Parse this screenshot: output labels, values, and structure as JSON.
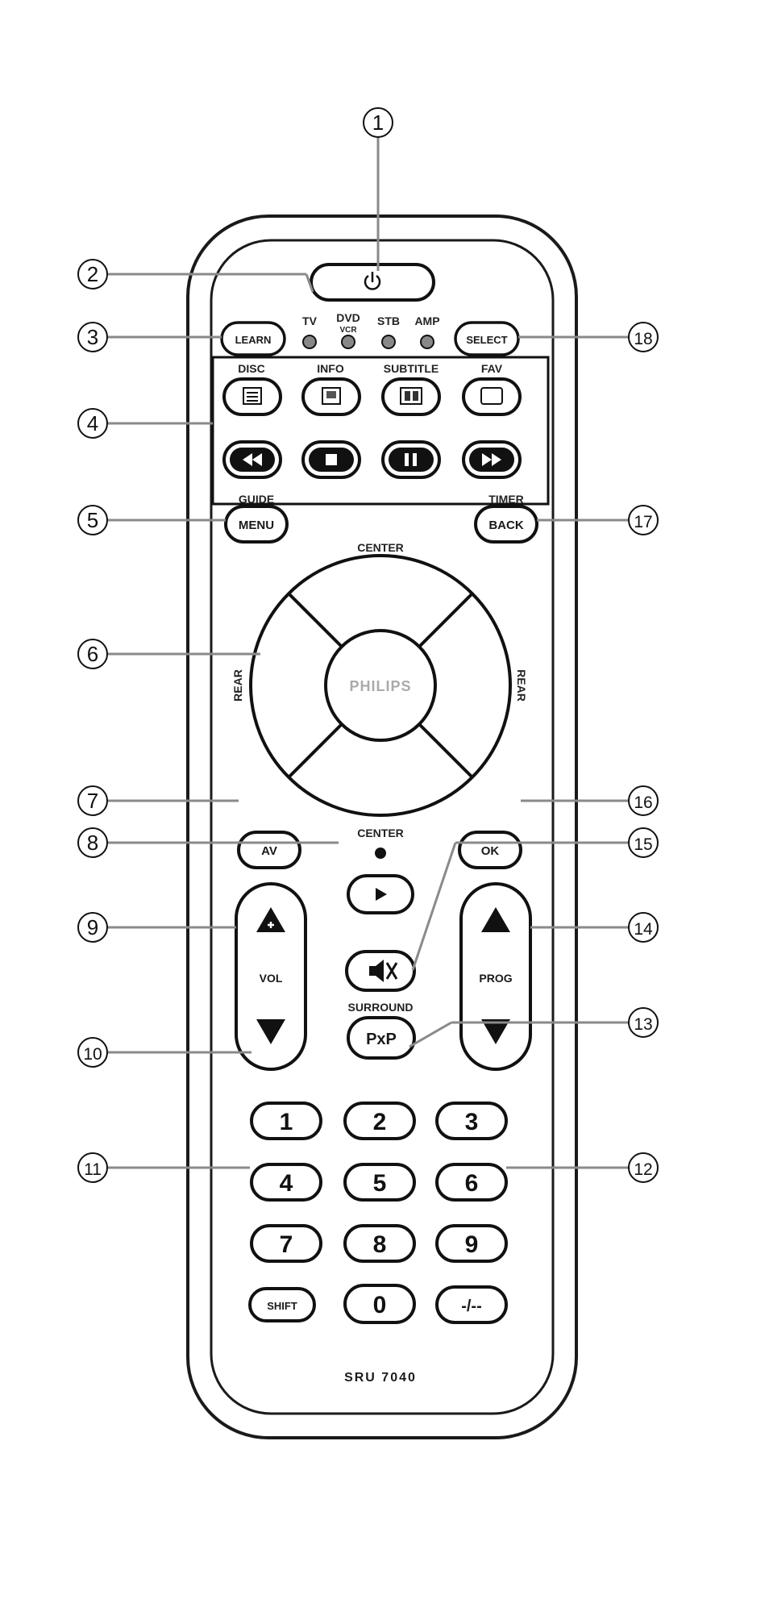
{
  "remote": {
    "mode_labels": [
      "TV",
      "DVD",
      "VCR",
      "STB",
      "AMP"
    ],
    "learn": "LEARN",
    "select": "SELECT",
    "row_labels": [
      "DISC",
      "INFO",
      "SUBTITLE",
      "FAV"
    ],
    "guide": "GUIDE",
    "menu": "MENU",
    "timer": "TIMER",
    "back": "BACK",
    "center_top": "CENTER",
    "rear_left": "REAR",
    "rear_right": "REAR",
    "brand": "PHILIPS",
    "av": "AV",
    "center_bottom": "CENTER",
    "ok": "OK",
    "vol": "VOL",
    "prog": "PROG",
    "surround": "SURROUND",
    "pip": "PxP",
    "digits": [
      "1",
      "2",
      "3",
      "4",
      "5",
      "6",
      "7",
      "8",
      "9"
    ],
    "zero": "0",
    "shift": "SHIFT",
    "dash": "-/--",
    "model": "SRU 7040"
  },
  "callouts": [
    "1",
    "2",
    "3",
    "4",
    "5",
    "6",
    "7",
    "8",
    "9",
    "10",
    "11",
    "12",
    "13",
    "14",
    "15",
    "16",
    "17",
    "18"
  ]
}
